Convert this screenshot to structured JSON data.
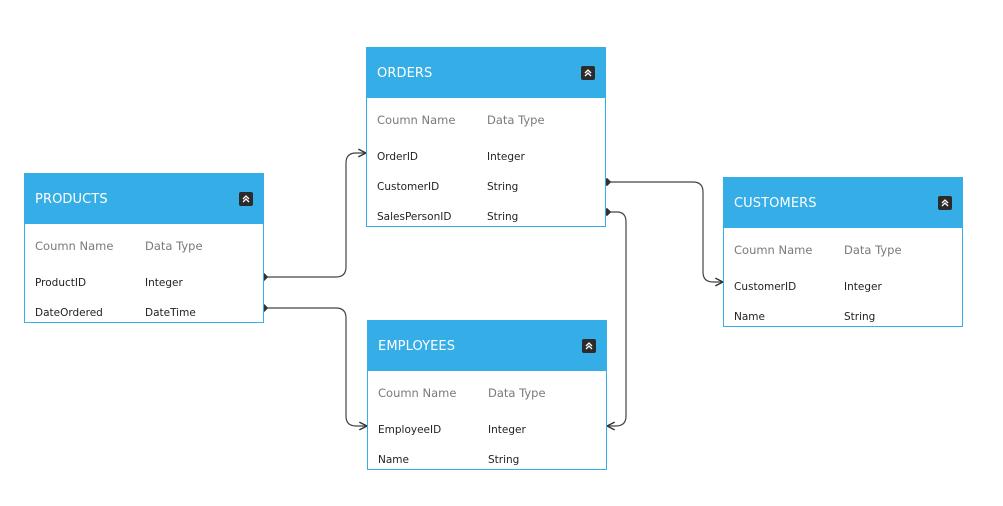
{
  "tables": [
    {
      "title": "ORDERS",
      "column_headers": [
        "Coumn Name",
        "Data Type"
      ],
      "rows": [
        [
          "OrderID",
          "Integer"
        ],
        [
          "CustomerID",
          "String"
        ],
        [
          "SalesPersonID",
          "String"
        ]
      ]
    },
    {
      "title": "PRODUCTS",
      "column_headers": [
        "Coumn Name",
        "Data Type"
      ],
      "rows": [
        [
          "ProductID",
          "Integer"
        ],
        [
          "DateOrdered",
          "DateTime"
        ]
      ]
    },
    {
      "title": "CUSTOMERS",
      "column_headers": [
        "Coumn Name",
        "Data Type"
      ],
      "rows": [
        [
          "CustomerID",
          "Integer"
        ],
        [
          "Name",
          "String"
        ]
      ]
    },
    {
      "title": "EMPLOYEES",
      "column_headers": [
        "Coumn Name",
        "Data Type"
      ],
      "rows": [
        [
          "EmployeeID",
          "Integer"
        ],
        [
          "Name",
          "String"
        ]
      ]
    }
  ],
  "connectors": [
    {
      "from": "PRODUCTS.ProductID",
      "to": "ORDERS.OrderID"
    },
    {
      "from": "PRODUCTS.DateOrdered",
      "to": "EMPLOYEES.EmployeeID"
    },
    {
      "from": "ORDERS.CustomerID",
      "to": "CUSTOMERS.CustomerID"
    },
    {
      "from": "ORDERS.SalesPersonID",
      "to": "EMPLOYEES.EmployeeID"
    }
  ],
  "colors": {
    "header": "#35aee8",
    "border": "#35aee8",
    "button": "#2b2b2b",
    "line": "#444444"
  },
  "icons": {
    "collapse": "double-chevron-up-icon",
    "connector_start": "diamond-icon",
    "connector_end": "arrowhead-icon"
  }
}
